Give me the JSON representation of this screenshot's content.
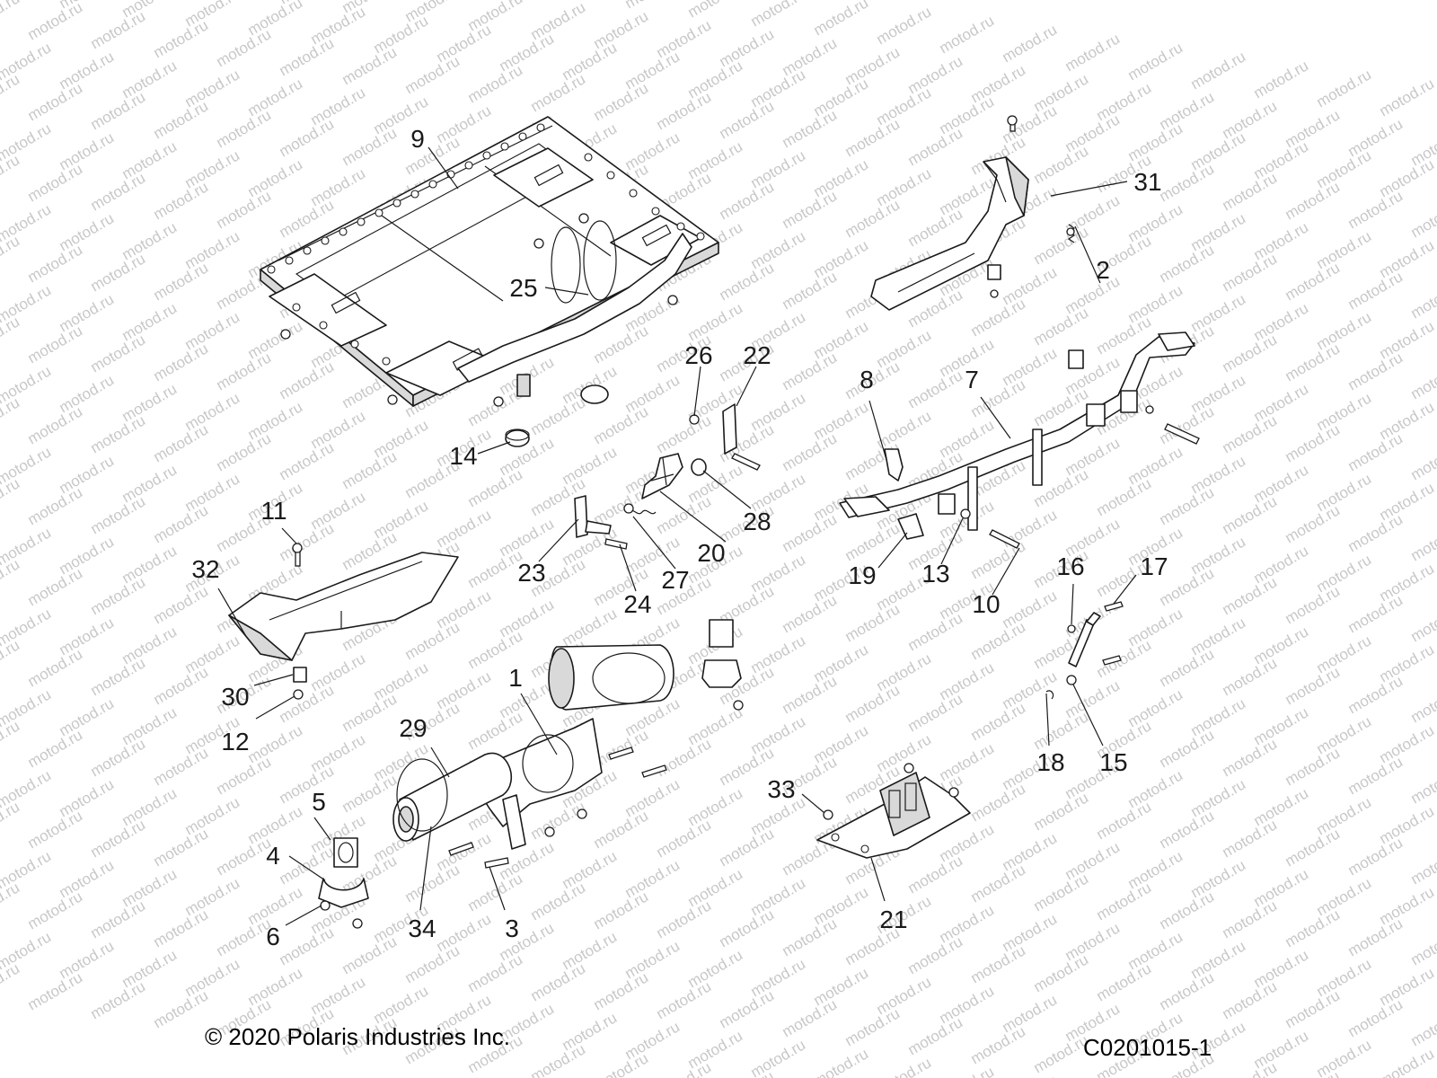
{
  "watermark": {
    "text": "motod.ru"
  },
  "callouts": {
    "c1": "1",
    "c2": "2",
    "c3": "3",
    "c4": "4",
    "c5": "5",
    "c6": "6",
    "c7": "7",
    "c8": "8",
    "c9": "9",
    "c10": "10",
    "c11": "11",
    "c12": "12",
    "c13": "13",
    "c14": "14",
    "c15": "15",
    "c16": "16",
    "c17": "17",
    "c18": "18",
    "c19": "19",
    "c20": "20",
    "c21": "21",
    "c22": "22",
    "c23": "23",
    "c24": "24",
    "c25": "25",
    "c26": "26",
    "c27": "27",
    "c28": "28",
    "c29": "29",
    "c30": "30",
    "c31": "31",
    "c32": "32",
    "c33": "33",
    "c34": "34"
  },
  "footer": {
    "copyright": "© 2020 Polaris Industries Inc.",
    "drawing_number": "C0201015-1"
  }
}
